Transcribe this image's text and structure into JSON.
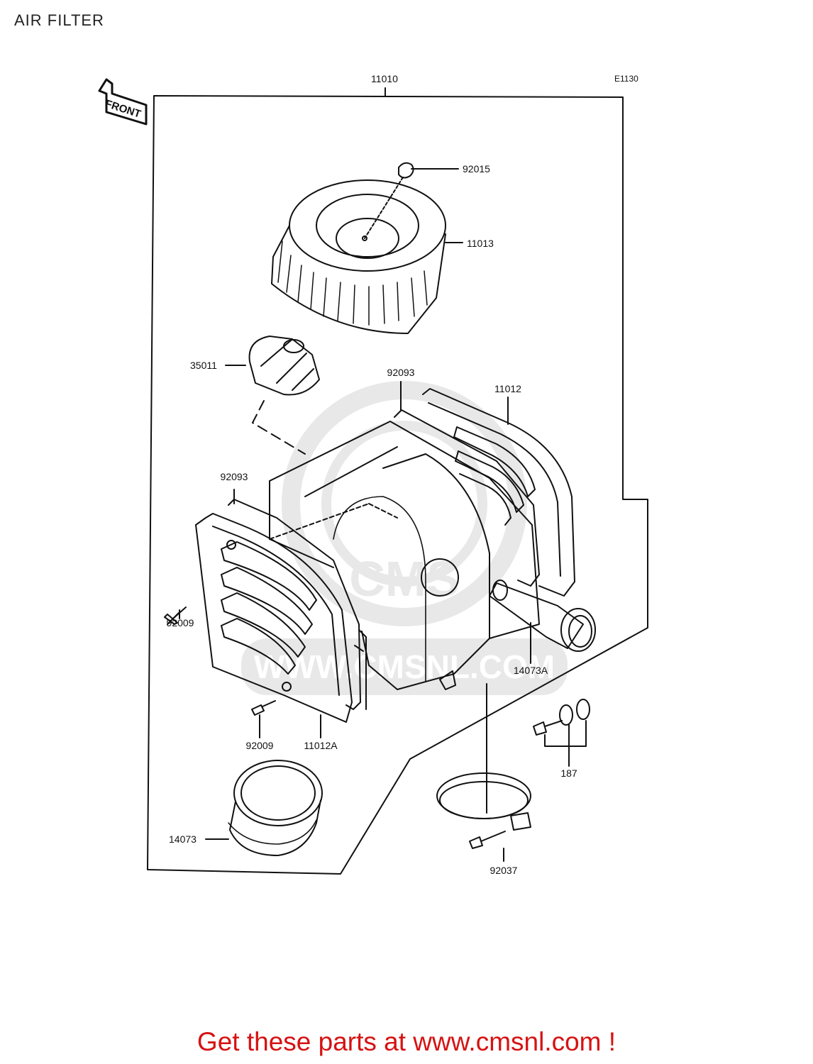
{
  "title": "AIR FILTER",
  "diagram_code": "E1130",
  "direction_label": "FRONT",
  "parts": {
    "p11010": "11010",
    "p92015": "92015",
    "p11013": "11013",
    "p35011": "35011",
    "p92093a": "92093",
    "p11012": "11012",
    "p92093b": "92093",
    "p92009a": "92009",
    "p14073A": "14073A",
    "p92009b": "92009",
    "p11012A": "11012A",
    "p187": "187",
    "p14073": "14073",
    "p92037": "92037"
  },
  "watermark": {
    "text": "WWW.CMSNL.COM",
    "brand": "CMS"
  },
  "footer": "Get these parts at www.cmsnl.com !",
  "colors": {
    "line": "#111111",
    "footer": "#d61212",
    "watermark": "#888888"
  }
}
